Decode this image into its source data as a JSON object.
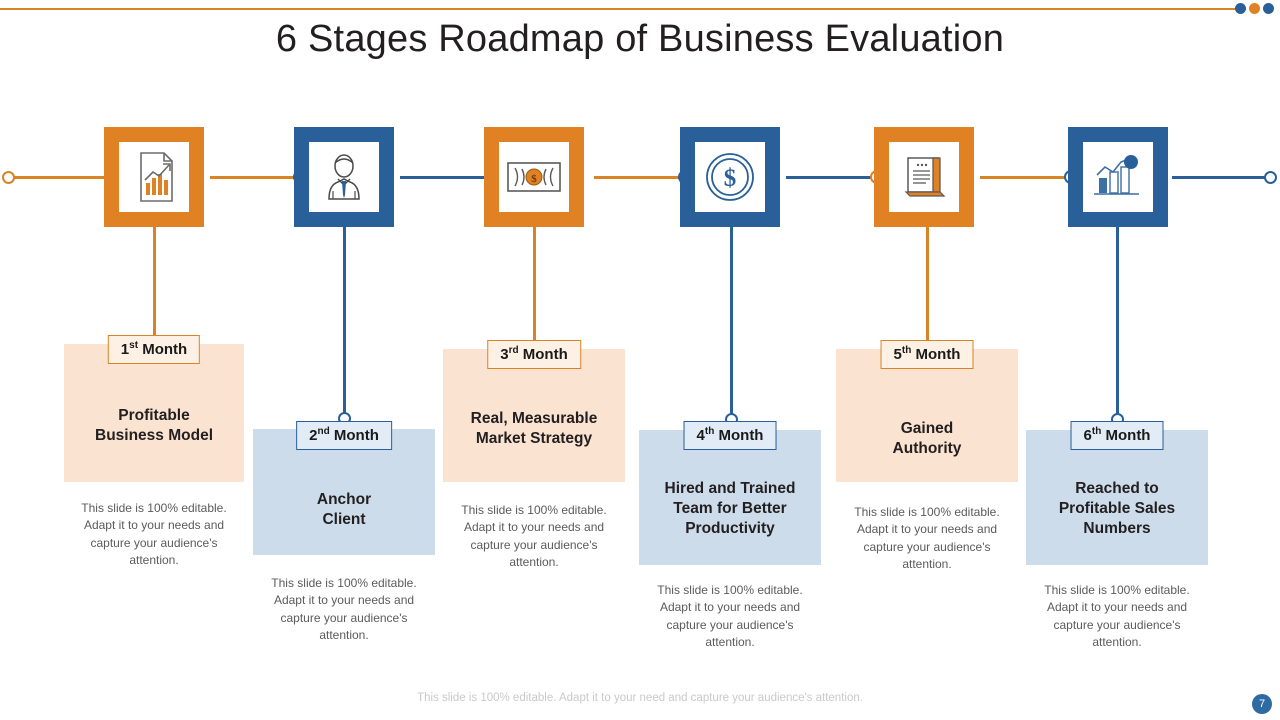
{
  "title": "6 Stages Roadmap of Business Evaluation",
  "colors": {
    "orange": "#e08223",
    "orange_line": "#d98327",
    "blue": "#2a6099",
    "panel_orange": "#fae3d0",
    "panel_blue": "#ccdceb",
    "page_badge": "#2e6ba3"
  },
  "decor": {
    "dots": [
      "blue",
      "orange",
      "blue"
    ]
  },
  "footer": {
    "note": "This slide is 100% editable. Adapt it to your need and capture your audience's attention.",
    "page_number": "7"
  },
  "body_text": "This slide is 100% editable. Adapt it to your needs and capture your audience's attention.",
  "stages": [
    {
      "index": 1,
      "theme": "orange",
      "icon": "chart-document-icon",
      "month_number": "1",
      "month_suffix": "st",
      "month_word": "Month",
      "headline": "Profitable\nBusiness Model",
      "headline_lines": [
        "Profitable",
        "Business Model"
      ],
      "body": "This slide is 100% editable. Adapt it to your needs and capture your audience's attention."
    },
    {
      "index": 2,
      "theme": "blue",
      "icon": "businessman-icon",
      "month_number": "2",
      "month_suffix": "nd",
      "month_word": "Month",
      "headline_lines": [
        "Anchor",
        "Client"
      ],
      "body": "This slide is 100% editable. Adapt it to your needs and capture your audience's attention."
    },
    {
      "index": 3,
      "theme": "orange",
      "icon": "banknote-icon",
      "month_number": "3",
      "month_suffix": "rd",
      "month_word": "Month",
      "headline_lines": [
        "Real, Measurable",
        "Market Strategy"
      ],
      "body": "This slide is 100% editable. Adapt it to your needs and capture your audience's attention."
    },
    {
      "index": 4,
      "theme": "blue",
      "icon": "dollar-coin-icon",
      "month_number": "4",
      "month_suffix": "th",
      "month_word": "Month",
      "headline_lines": [
        "Hired and Trained",
        "Team for Better",
        "Productivity"
      ],
      "body": "This slide is 100% editable. Adapt it to your needs and capture your audience's attention."
    },
    {
      "index": 5,
      "theme": "orange",
      "icon": "book-icon",
      "month_number": "5",
      "month_suffix": "th",
      "month_word": "Month",
      "headline_lines": [
        "Gained",
        "Authority"
      ],
      "body": "This slide is 100% editable. Adapt it to your needs and capture your audience's attention."
    },
    {
      "index": 6,
      "theme": "blue",
      "icon": "growth-chart-icon",
      "month_number": "6",
      "month_suffix": "th",
      "month_word": "Month",
      "headline_lines": [
        "Reached to",
        "Profitable Sales",
        "Numbers"
      ],
      "body": "This slide is 100% editable. Adapt it to your needs and capture your audience's attention."
    }
  ]
}
